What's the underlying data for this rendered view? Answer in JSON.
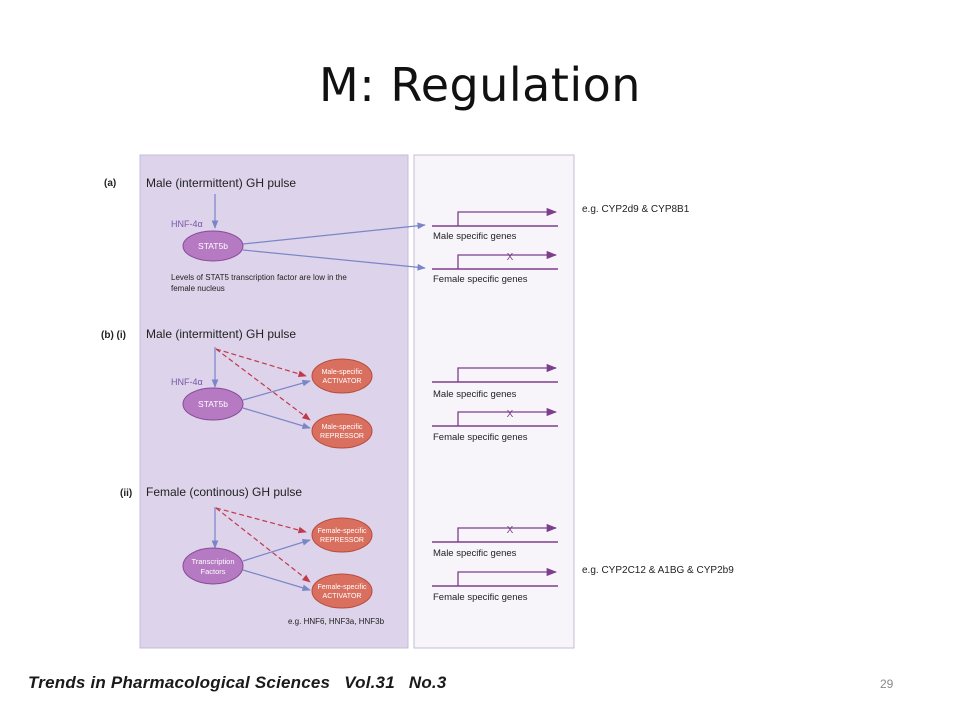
{
  "slide": {
    "title": "M: Regulation",
    "page_number": "29"
  },
  "journal": {
    "name": "Trends in Pharmacological Sciences",
    "volume": "Vol.31",
    "issue": "No.3"
  },
  "panel_a": {
    "label": "(a)",
    "heading": "Male (intermittent) GH pulse",
    "hnf": "HNF-4α",
    "stat": "STAT5b",
    "note_line1": "Levels of STAT5 transcription factor are low in the",
    "note_line2": "female nucleus",
    "gene_male": "Male specific genes",
    "gene_female": "Female specific genes",
    "example": "e.g. CYP2d9 & CYP8B1"
  },
  "panel_b1": {
    "label": "(b)  (i)",
    "heading": "Male (intermittent) GH pulse",
    "hnf": "HNF-4α",
    "stat": "STAT5b",
    "activator_line1": "Male-specific",
    "activator_line2": "ACTIVATOR",
    "repressor_line1": "Male-specific",
    "repressor_line2": "REPRESSOR",
    "gene_male": "Male specific genes",
    "gene_female": "Female specific genes"
  },
  "panel_b2": {
    "label": "(ii)",
    "heading": "Female (continous) GH pulse",
    "tf_line1": "Transcription",
    "tf_line2": "Factors",
    "repressor_line1": "Female-specific",
    "repressor_line2": "REPRESSOR",
    "activator_line1": "Female-specific",
    "activator_line2": "ACTIVATOR",
    "example_tf": "e.g. HNF6, HNF3a, HNF3b",
    "gene_male": "Male specific genes",
    "gene_female": "Female specific genes",
    "example": "e.g. CYP2C12 & A1BG & CYP2b9"
  },
  "blocked_mark": "X",
  "colors": {
    "left_panel": "#ddd3ea",
    "right_panel": "#f7f5fa",
    "panel_border": "#c4bcd6",
    "purple": "#7d3f8c",
    "stat_fill": "#b57ac2",
    "arrow_blue": "#7a86c8",
    "red": "#c2394a",
    "red_fill": "#d9705f",
    "hnf_text": "#7a55a8"
  }
}
